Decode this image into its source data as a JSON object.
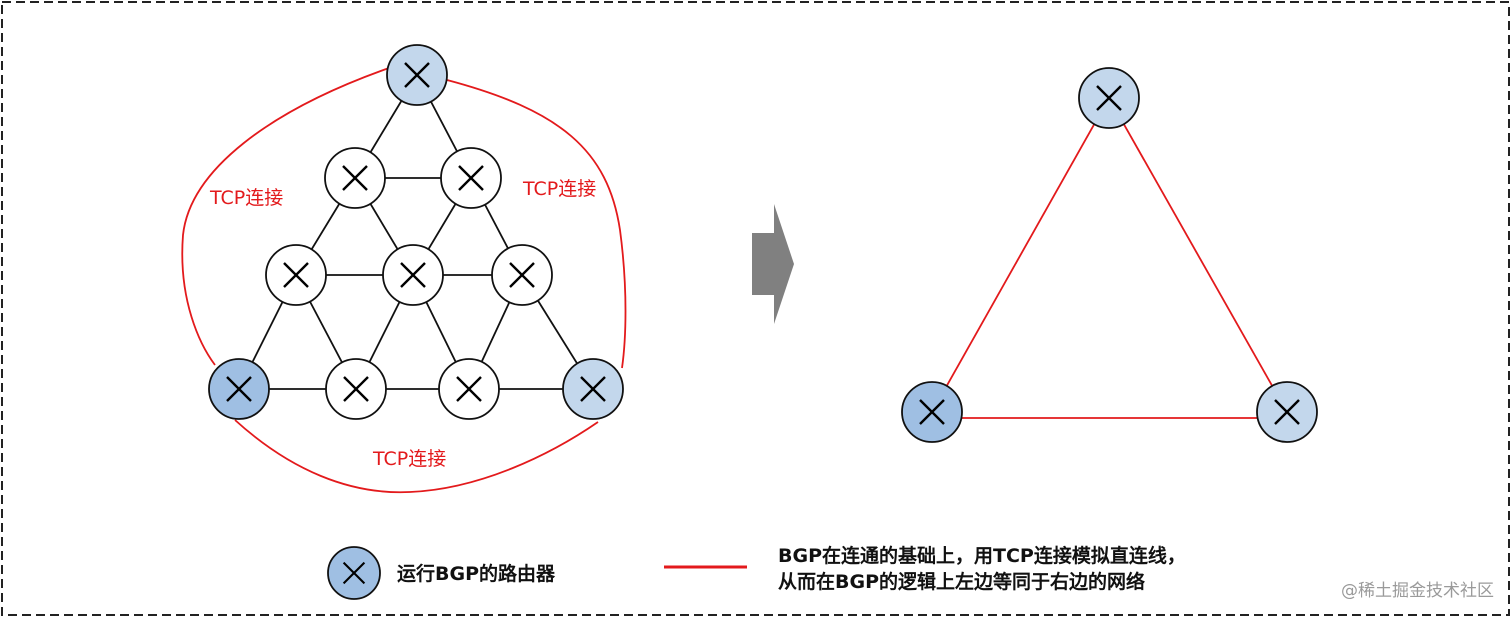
{
  "left_diagram": {
    "tcp_labels": [
      "TCP连接",
      "TCP连接",
      "TCP连接"
    ]
  },
  "legend": {
    "router_label": "运行BGP的路由器",
    "line_label_1": "BGP在连通的基础上，用TCP连接模拟直连线，",
    "line_label_2": "从而在BGP的逻辑上左边等同于右边的网络"
  },
  "watermark": "@稀土掘金技术社区",
  "colors": {
    "tcp_line": "#e31a1c",
    "bgp_router_fill": "#c3d7ec",
    "bgp_router_dark_fill": "#9fbfe3",
    "router_fill": "#ffffff",
    "arrow": "#808080"
  },
  "icons": [
    "router-cross-icon",
    "right-arrow-icon"
  ]
}
